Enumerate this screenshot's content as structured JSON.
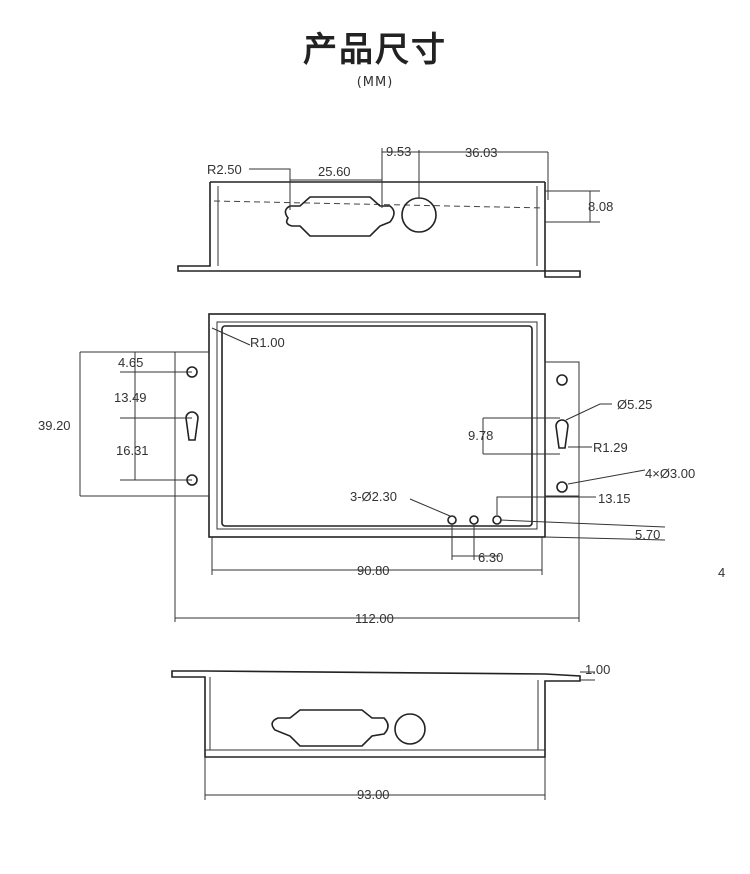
{
  "header": {
    "title": "产品尺寸",
    "unit": "(MM)"
  },
  "side_mark": "4",
  "top_view": {
    "r_corner": "R2.50",
    "port_width": "25.60",
    "offset": "9.53",
    "hole_offset": "36.03",
    "height": "8.08"
  },
  "front_view": {
    "inner_radius": "R1.00",
    "top_hole": "4.65",
    "mid_spacing": "13.49",
    "total_height": "39.20",
    "low_spacing": "16.31",
    "keyhole_dia": "Ø5.25",
    "keyhole_span": "9.78",
    "keyhole_radius": "R1.29",
    "mount_holes": "4×Ø3.00",
    "led_holes": "3-Ø2.30",
    "led_offset": "13.15",
    "led_spacing": "6.30",
    "led_height": "5.70",
    "inner_width": "90.80",
    "total_width": "112.00"
  },
  "bottom_view": {
    "thickness": "1.00",
    "width": "93.00"
  }
}
